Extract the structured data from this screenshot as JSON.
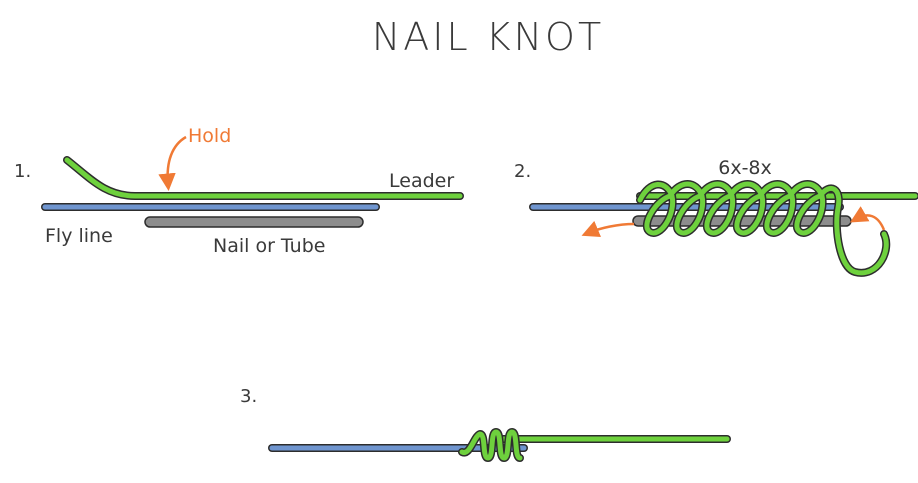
{
  "title": "NAIL KNOT",
  "colors": {
    "fly_line": "#6f95cf",
    "leader": "#6ed13d",
    "nail": "#8d8d8d",
    "outline": "#2d2d2d",
    "arrow": "#f07a35",
    "text": "#3a3a3a"
  },
  "steps": [
    {
      "number": "1.",
      "labels": {
        "hold": "Hold",
        "leader": "Leader",
        "fly_line": "Fly line",
        "nail": "Nail or Tube"
      }
    },
    {
      "number": "2.",
      "labels": {
        "wraps": "6x-8x"
      }
    },
    {
      "number": "3."
    }
  ]
}
